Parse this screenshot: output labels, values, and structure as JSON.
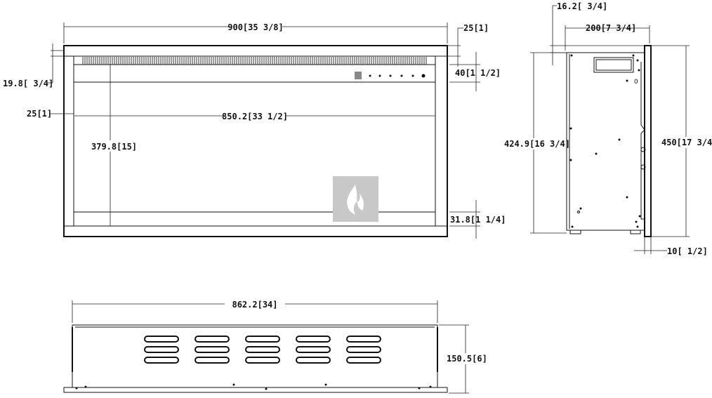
{
  "drawing": {
    "front_view": {
      "width_overall": "900[35 3/8]",
      "side_frame_right": "25[1]",
      "top_offset": "19.8[ 3/4]",
      "top_band": "40[1 1/2]",
      "side_frame_left": "25[1]",
      "glass_width": "850.2[33 1/2]",
      "glass_height": "379.8[15]",
      "bottom_band": "31.8[1 1/4]"
    },
    "side_view": {
      "frame_offset": "16.2[ 3/4]",
      "depth": "200[7 3/4]",
      "body_height": "424.9[16 3/4]",
      "overall_height": "450[17 3/4]",
      "frame_thickness": "10[ 1/2]"
    },
    "top_view": {
      "body_width": "862.2[34]",
      "depth": "150.5[6]"
    },
    "colors": {
      "line": "#111111",
      "logo_bg": "#c8c8c8"
    },
    "icons": [
      "flame-logo"
    ]
  }
}
